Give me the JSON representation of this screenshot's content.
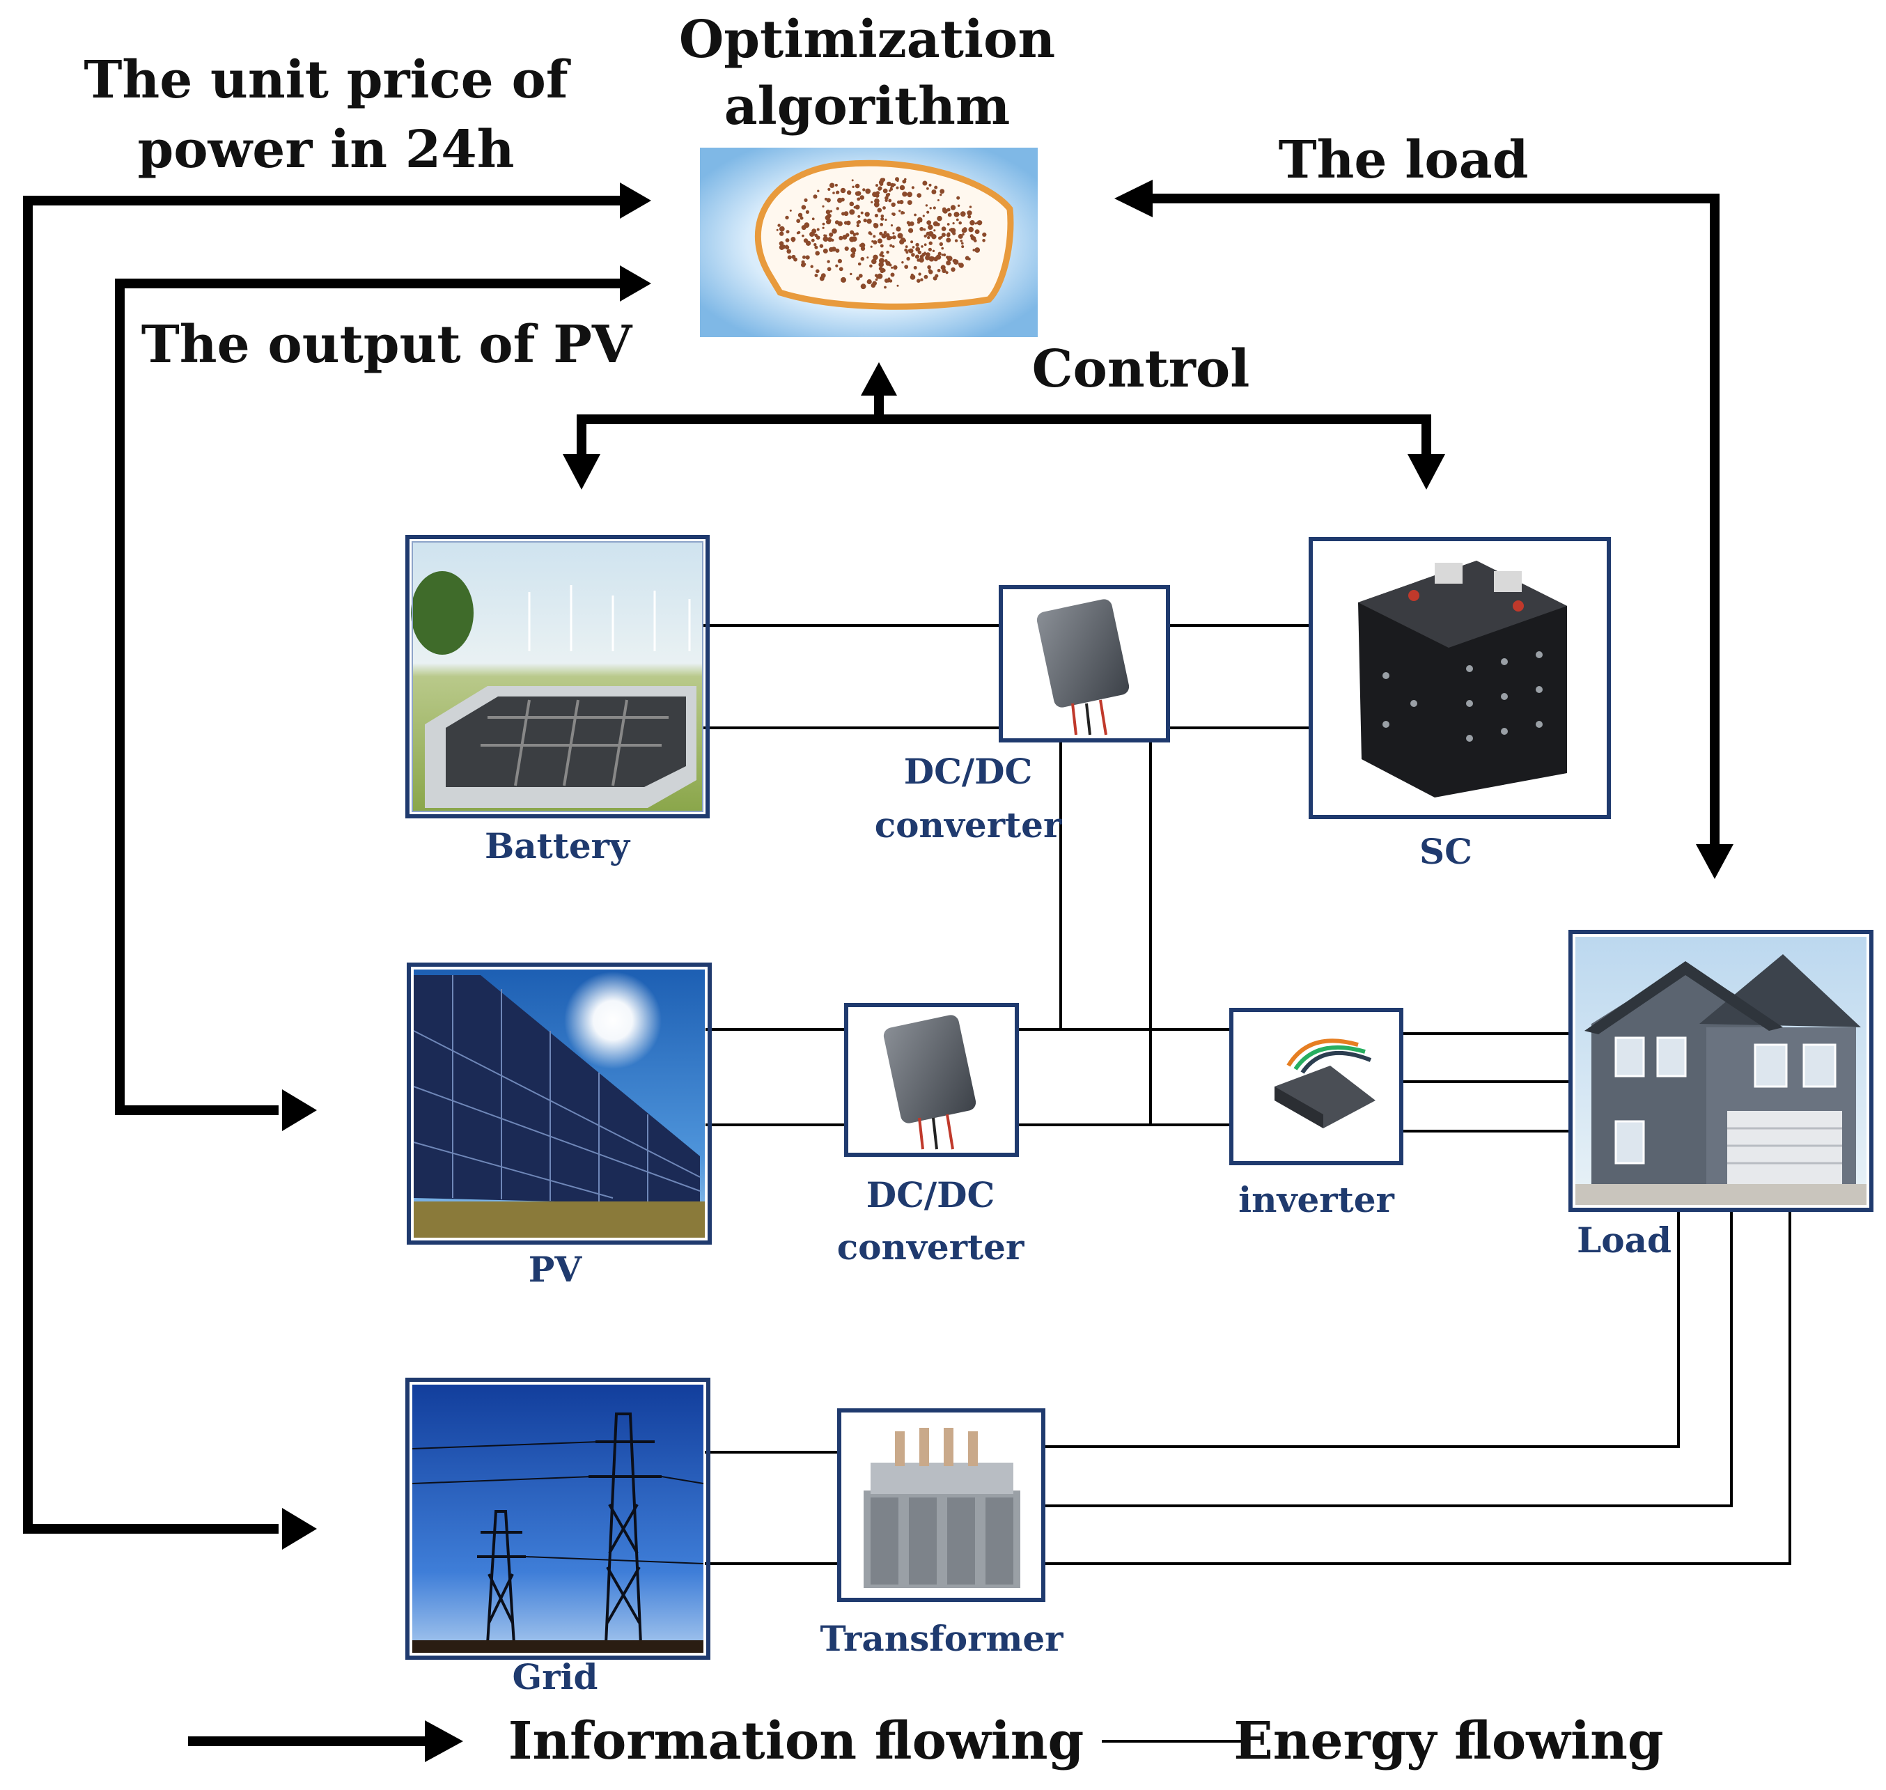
{
  "algorithm": {
    "title_line1": "Optimization",
    "title_line2": "algorithm"
  },
  "inputs": {
    "price_line1": "The unit price of",
    "price_line2": "power in 24h",
    "pv_output": "The output of PV",
    "load": "The load",
    "control": "Control"
  },
  "components": {
    "battery": "Battery",
    "dcdc_top_line1": "DC/DC",
    "dcdc_top_line2": "converter",
    "sc": "SC",
    "pv": "PV",
    "dcdc_mid_line1": "DC/DC",
    "dcdc_mid_line2": "converter",
    "inverter": "inverter",
    "load": "Load",
    "grid": "Grid",
    "transformer": "Transformer"
  },
  "legend": {
    "information": "Information flowing",
    "energy": "Energy flowing"
  },
  "icons": [
    "optimization-scatter-icon",
    "battery-farm-icon",
    "converter-icon",
    "supercapacitor-icon",
    "solar-panel-icon",
    "inverter-icon",
    "house-icon",
    "power-tower-icon",
    "transformer-icon"
  ],
  "colors": {
    "label_blue": "#1f3a6e",
    "arrow": "#000000"
  }
}
